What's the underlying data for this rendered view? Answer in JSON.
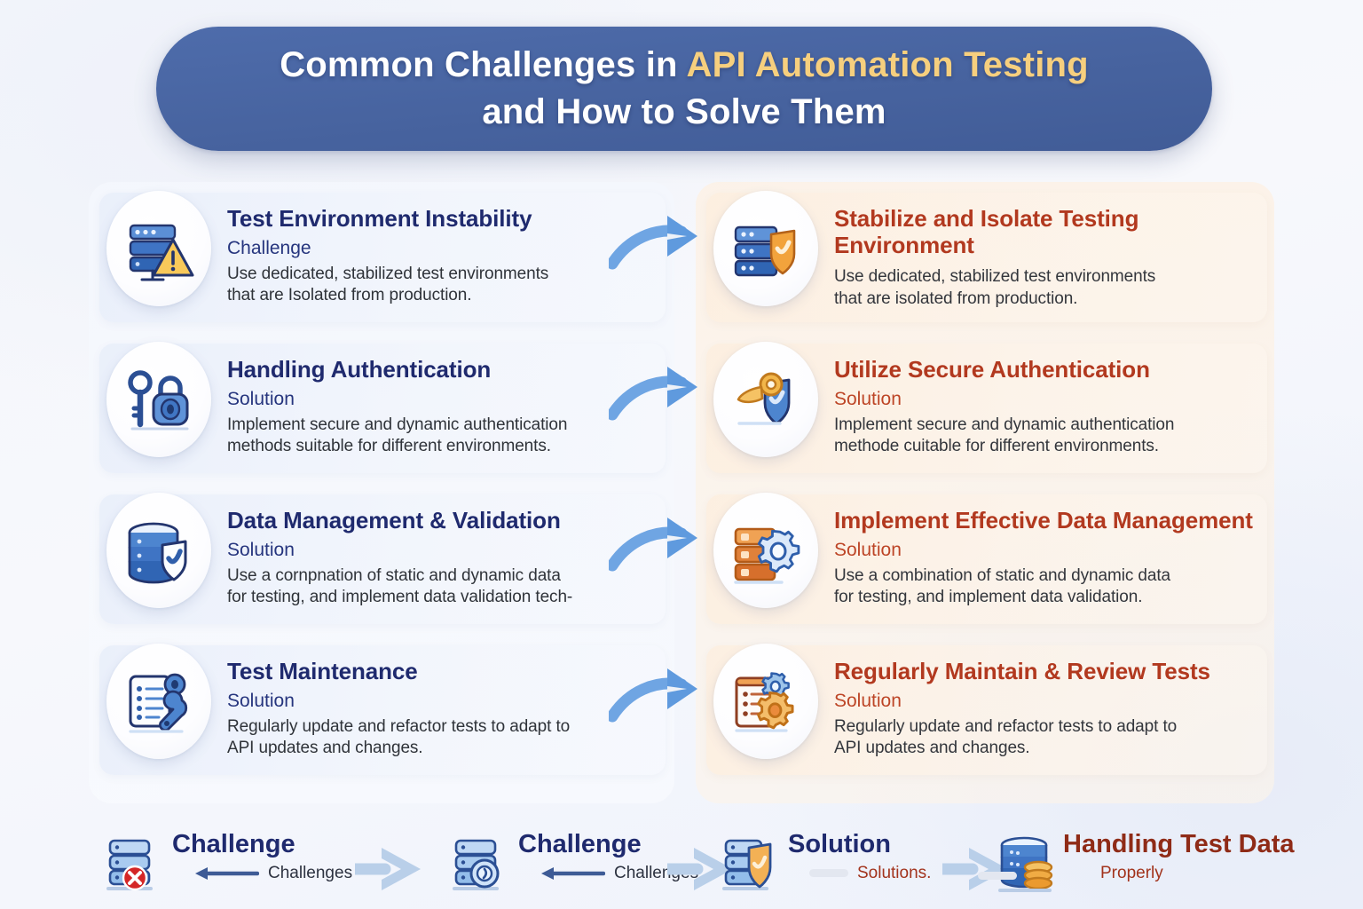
{
  "header": {
    "line1_pre": "Common Challenges in ",
    "line1_accent": "API Automation Testing",
    "line2": "and How to Solve Them"
  },
  "colors": {
    "banner_blue": "#47639f",
    "title_accent_gold": "#f6cf7e",
    "challenge_navy": "#1f2a6e",
    "solution_rust": "#b2391f",
    "arrow_blue": "#6fa5e3",
    "panel_left_tint": "#f4f7fd",
    "panel_right_tint": "#fdf1e4"
  },
  "rows": [
    {
      "left": {
        "icon": "server-warning-icon",
        "title": "Test Environment Instability",
        "label": "Challenge",
        "body_line1": "Use dedicated, stabilized test environments",
        "body_line2": "that are Isolated from production."
      },
      "arrow": "curved-right-arrow-icon",
      "right": {
        "icon": "server-shield-icon",
        "title_line1": "Stabilize and Isolate Testing",
        "title_line2": "Environment",
        "label": "",
        "body_line1": "Use dedicated, stabilized test environments",
        "body_line2": "that are isolated from production."
      }
    },
    {
      "left": {
        "icon": "key-lock-icon",
        "title": "Handling Authentication",
        "label": "Solution",
        "body_line1": "Implement secure and dynamic authentication",
        "body_line2": "methods suitable for different environments."
      },
      "arrow": "curved-right-arrow-icon",
      "right": {
        "icon": "key-shield-icon",
        "title_line1": "Utilize Secure Authentication",
        "title_line2": "",
        "label": "Solution",
        "body_line1": "Implement secure and dynamic authentication",
        "body_line2": "methode cuitable for different environments."
      }
    },
    {
      "left": {
        "icon": "database-shield-icon",
        "title": "Data Management & Validation",
        "label": "Solution",
        "body_line1": "Use a cornpnation of static and dynamic data",
        "body_line2": "for testing, and implement data validation tech-"
      },
      "arrow": "curved-right-arrow-icon",
      "right": {
        "icon": "server-gear-icon",
        "title_line1": "Implement Effective Data Management",
        "title_line2": "",
        "label": "Solution",
        "body_line1": "Use a combination of static and dynamic data",
        "body_line2": "for testing, and implement data validation."
      }
    },
    {
      "left": {
        "icon": "checklist-wrench-icon",
        "title": "Test Maintenance",
        "label": "Solution",
        "body_line1": "Regularly update and refactor tests to adapt to",
        "body_line2": "API updates and changes."
      },
      "arrow": "curved-right-arrow-icon",
      "right": {
        "icon": "checklist-gears-icon",
        "title_line1": "Regularly Maintain & Review Tests",
        "title_line2": "",
        "label": "Solution",
        "body_line1": "Regularly update and refactor tests to adapt to",
        "body_line2": "API updates and changes."
      }
    }
  ],
  "strip": [
    {
      "icon": "server-error-icon",
      "big": "Challenge",
      "sub": "Challenges",
      "style": "navy"
    },
    {
      "icon": "server-clock-icon",
      "big": "Challenge",
      "sub": "Challenges",
      "style": "navy"
    },
    {
      "icon": "server-shield-icon",
      "big": "Solution",
      "sub": "Solutions.",
      "style": "mixed"
    },
    {
      "icon": "database-coins-icon",
      "big": "Handling Test Data",
      "sub": "Properly",
      "style": "red"
    }
  ]
}
